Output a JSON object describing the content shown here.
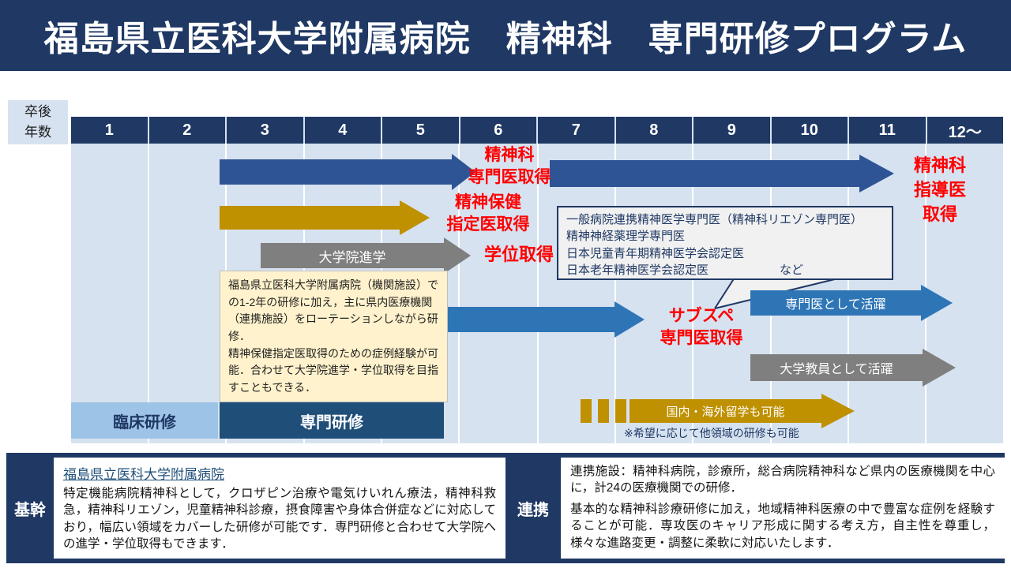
{
  "title": "福島県立医科大学附属病院　精神科　専門研修プログラム",
  "timeline": {
    "axis_label": "卒後\n年数",
    "years": [
      "1",
      "2",
      "3",
      "4",
      "5",
      "6",
      "7",
      "8",
      "9",
      "10",
      "11",
      "12～"
    ]
  },
  "red_labels": {
    "senmoni": "精神科\n専門医取得",
    "shiteii": "精神保健\n指定医取得",
    "gakui": "学位取得",
    "subspe": "サブスペ\n専門医取得",
    "shidoi": "精神科\n指導医\n取得"
  },
  "arrow_labels": {
    "daigakuin": "大学院進学",
    "senmoni_katsuyaku": "専門医として活躍",
    "kyoin_katsuyaku": "大学教員として活躍",
    "ryugaku": "国内・海外留学も可能",
    "ryugaku_note": "※希望に応じて他領域の研修も可能"
  },
  "bubble": {
    "lines": [
      "一般病院連携精神医学専門医（精神科リエゾン専門医）",
      "精神神経薬理学専門医",
      "日本児童青年期精神医学会認定医",
      "日本老年精神医学会認定医　　　　　　など"
    ]
  },
  "note_box": {
    "text": "福島県立医科大学附属病院（機関施設）での1-2年の研修に加え，主に県内医療機関（連携施設）をローテーションしながら研修．\n精神保健指定医取得のための症例経験が可能．合わせて大学院進学・学位取得を目指すこともできる．"
  },
  "phases": {
    "rinsho": "臨床研修",
    "senmon": "専門研修"
  },
  "bottom": {
    "kikan_label": "基幹",
    "kikan_title": "福島県立医科大学附属病院",
    "kikan_body": "特定機能病院精神科として，クロザピン治療や電気けいれん療法，精神科救急，精神科リエゾン，児童精神科診療，摂食障害や身体合併症などに対応しており，幅広い領域をカバーした研修が可能です．専門研修と合わせて大学院への進学・学位取得もできます．",
    "renkei_label": "連携",
    "renkei_body1": "連携施設：精神科病院，診療所，総合病院精神科など県内の医療機関を中心に，計24の医療機関での研修．",
    "renkei_body2": "基本的な精神科診療研修に加え，地域精神科医療の中で豊富な症例を経験することが可能．専攻医のキャリア形成に関する考え方，自主性を尊重し，様々な進路変更・調整に柔軟に対応いたします．"
  },
  "colors": {
    "navy": "#1F3864",
    "light_blue_bg": "#D6E2F0",
    "arrow_blue_dark": "#2F5496",
    "arrow_blue_mid": "#2E75B6",
    "arrow_gold": "#BF9000",
    "arrow_gray": "#7F7F7F",
    "red_text": "#FF0000",
    "note_cream": "#FFF2CC",
    "bubble_gray": "#F1F1F1",
    "phase_light": "#9DC3E6",
    "phase_dark": "#1F4E79"
  }
}
